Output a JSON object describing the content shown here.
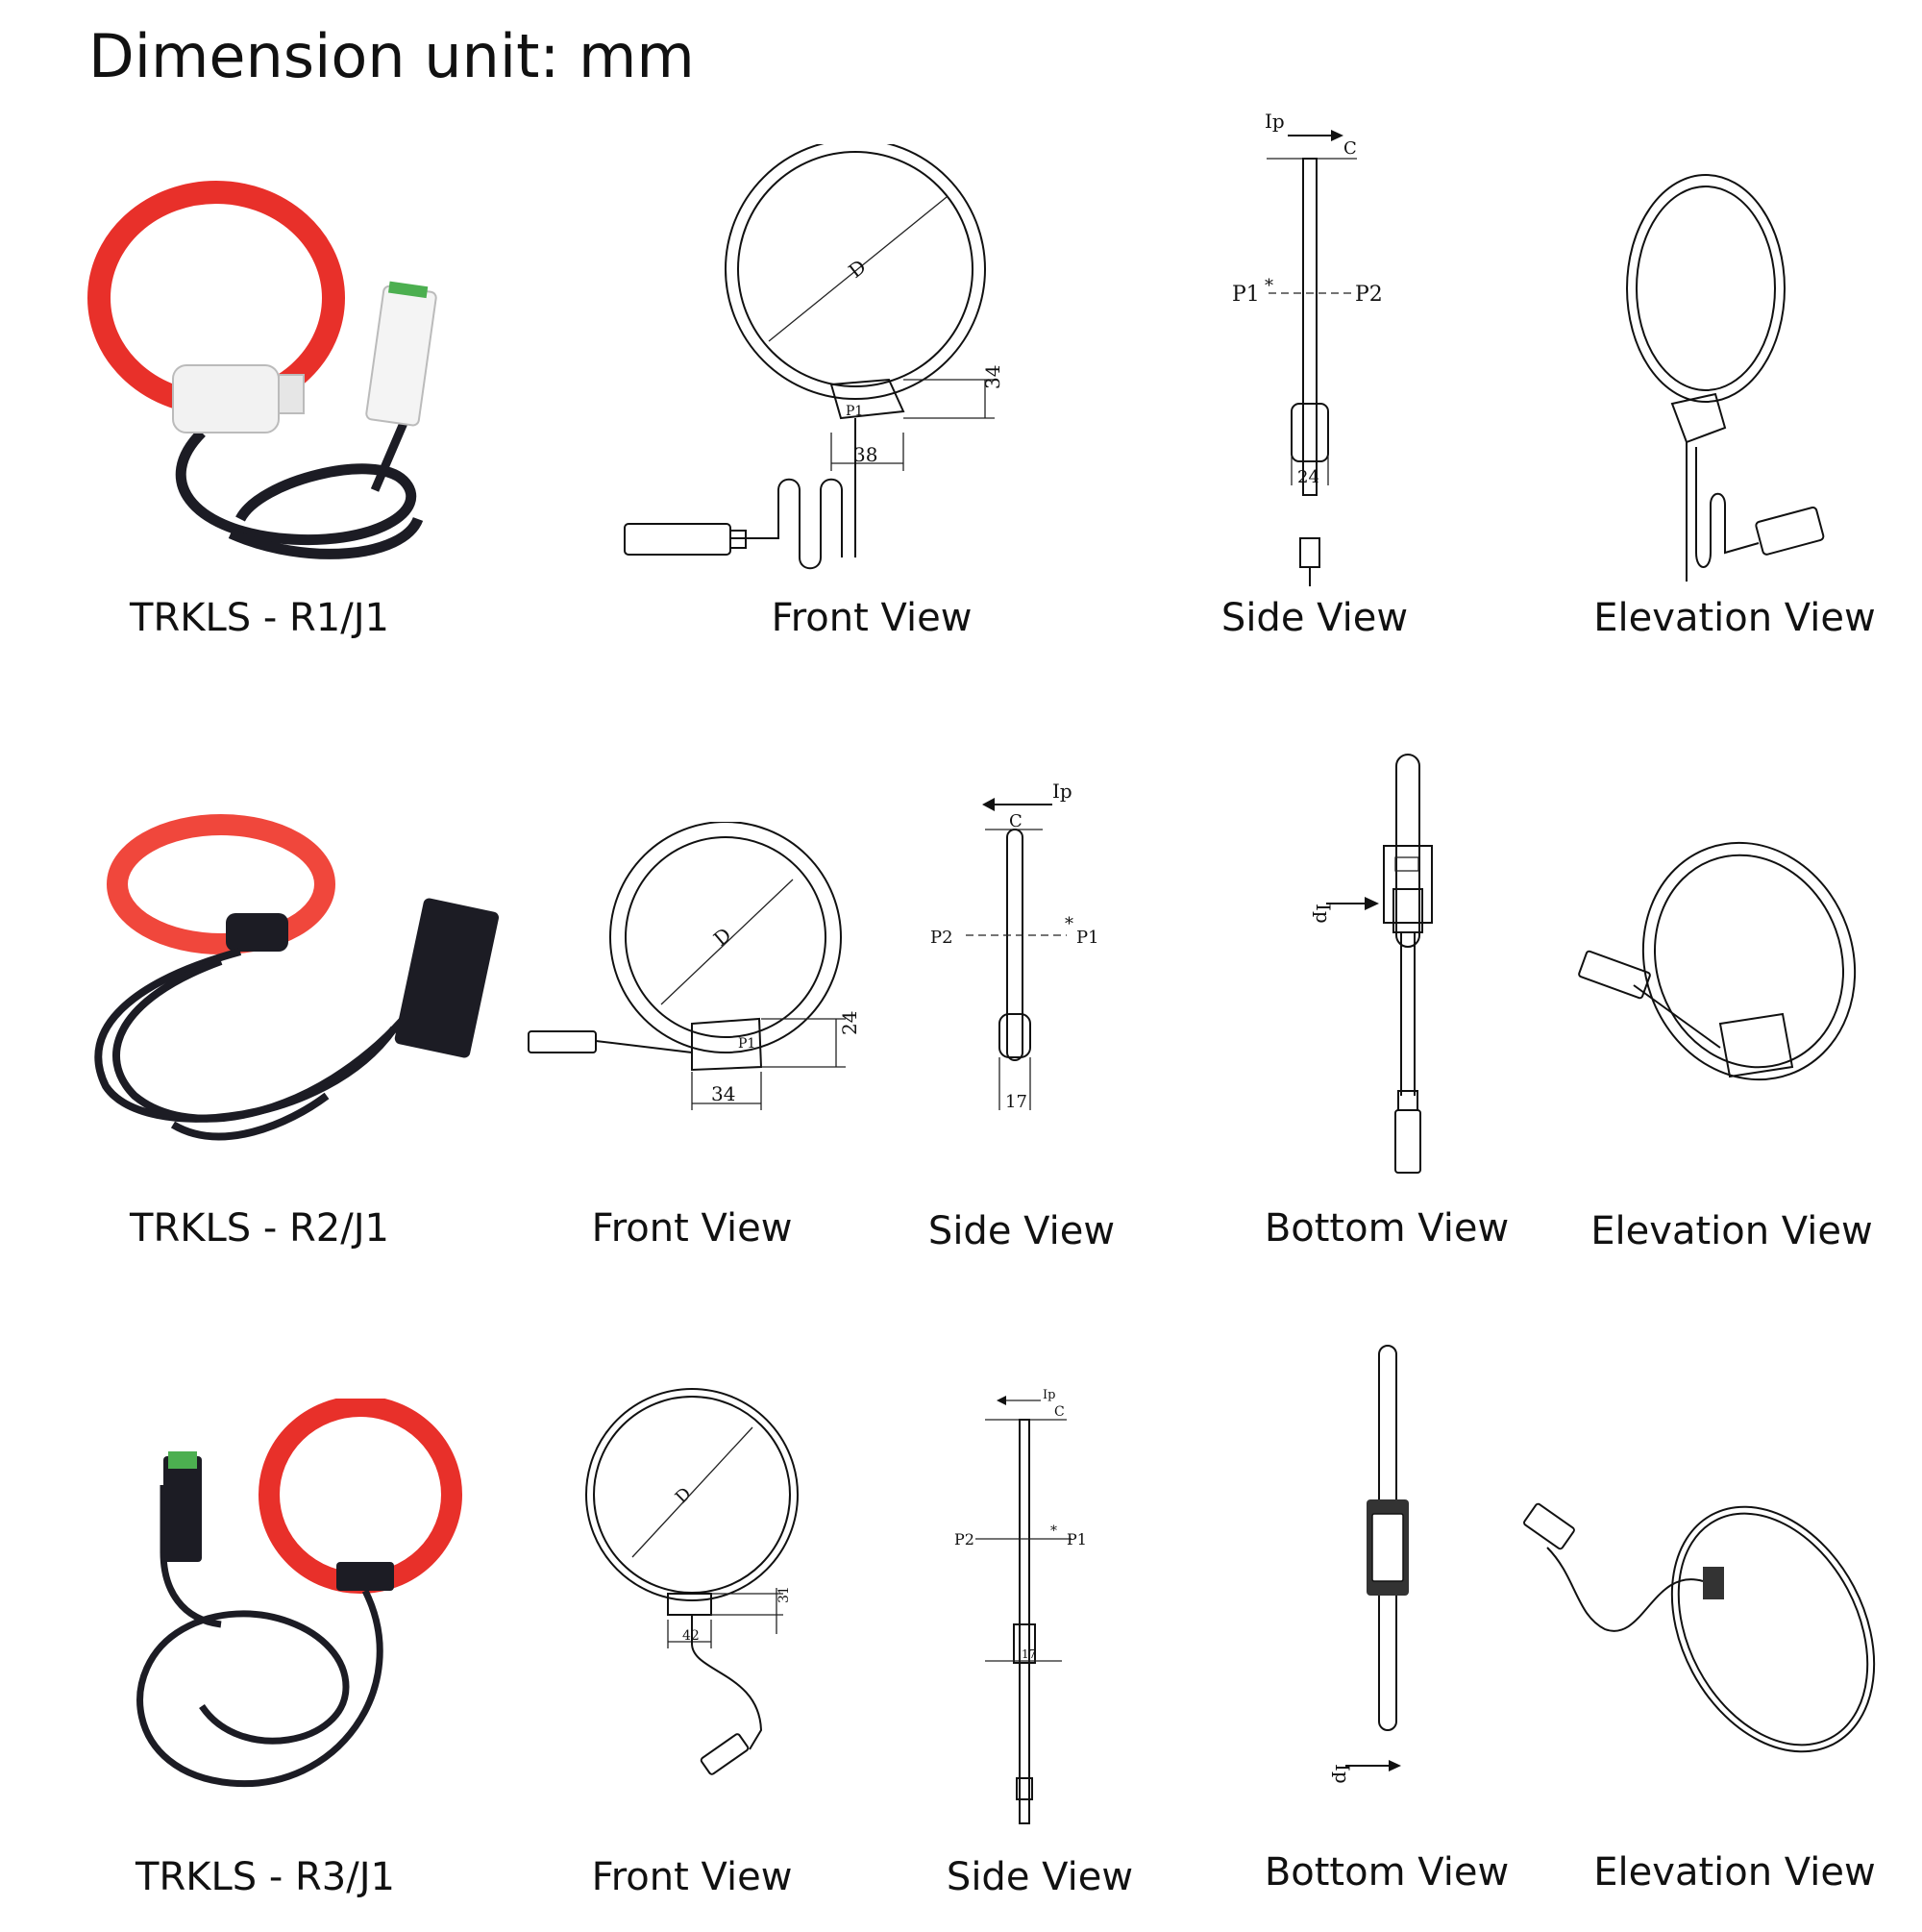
{
  "page": {
    "title": "Dimension unit: mm"
  },
  "rows": [
    {
      "model": "TRKLS - R1/J1",
      "views": [
        "Front View",
        "Side View",
        "Elevation View"
      ],
      "dims": {
        "D": "D",
        "height": "34",
        "width": "38",
        "side_width": "24",
        "C": "C",
        "Ip": "Ip",
        "P1": "P1",
        "P2": "P2",
        "star": "*"
      }
    },
    {
      "model": "TRKLS - R2/J1",
      "views": [
        "Front View",
        "Side View",
        "Bottom View",
        "Elevation View"
      ],
      "dims": {
        "D": "D",
        "height": "24",
        "width": "34",
        "side_width": "17",
        "C": "C",
        "Ip": "Ip",
        "P1": "P1",
        "P2": "P2",
        "star": "*"
      }
    },
    {
      "model": "TRKLS - R3/J1",
      "views": [
        "Front View",
        "Side View",
        "Bottom View",
        "Elevation View"
      ],
      "dims": {
        "D": "D",
        "height": "31",
        "width": "42",
        "side_width": "17",
        "C": "C",
        "Ip": "Ip",
        "P1": "P1",
        "P2": "P2",
        "star": "*"
      }
    }
  ],
  "colors": {
    "coil_red": "#e8302a",
    "cable_black": "#1c1c24",
    "line": "#111111"
  }
}
